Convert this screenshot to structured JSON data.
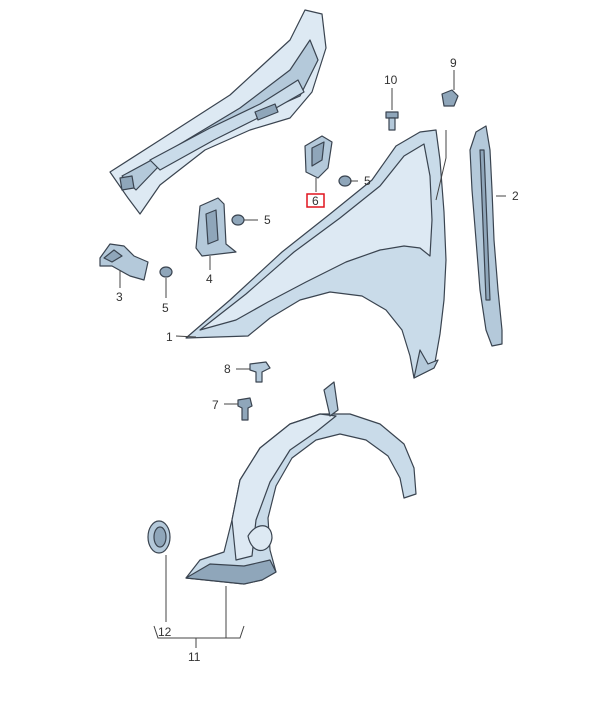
{
  "diagram": {
    "callouts": [
      {
        "id": "c1",
        "text": "1"
      },
      {
        "id": "c2",
        "text": "2"
      },
      {
        "id": "c3",
        "text": "3"
      },
      {
        "id": "c4",
        "text": "4"
      },
      {
        "id": "c5a",
        "text": "5"
      },
      {
        "id": "c5b",
        "text": "5"
      },
      {
        "id": "c5c",
        "text": "5"
      },
      {
        "id": "c6",
        "text": "6"
      },
      {
        "id": "c7",
        "text": "7"
      },
      {
        "id": "c8",
        "text": "8"
      },
      {
        "id": "c9",
        "text": "9"
      },
      {
        "id": "c10",
        "text": "10"
      },
      {
        "id": "c11",
        "text": "11"
      },
      {
        "id": "c12",
        "text": "12"
      }
    ],
    "highlighted_callout": "6",
    "colors": {
      "part_fill": "#c9dbe9",
      "part_shade": "#8fa6ba",
      "outline": "#3a4450",
      "highlight": "#e0141e"
    }
  }
}
